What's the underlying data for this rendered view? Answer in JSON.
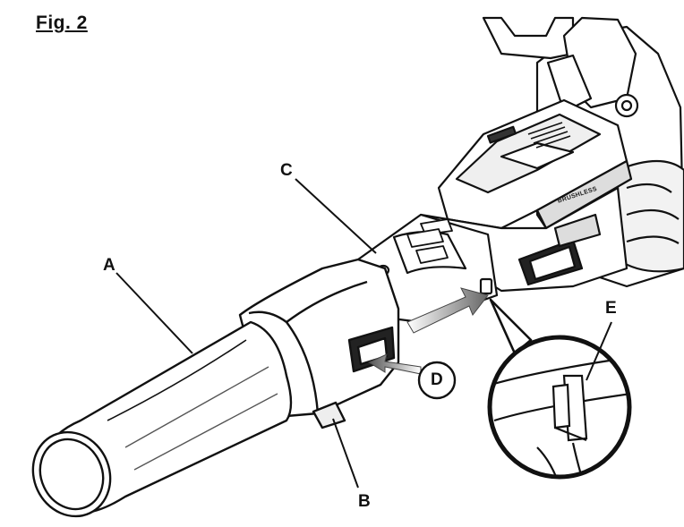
{
  "figure": {
    "title": "Fig. 2",
    "callouts": {
      "a": "A",
      "b": "B",
      "c": "C",
      "d": "D",
      "e": "E"
    },
    "product_badge": "BRUSHLESS"
  },
  "colors": {
    "line": "#111111",
    "fill": "#ffffff",
    "shade": "#e6e6e6",
    "dark": "#333333"
  }
}
